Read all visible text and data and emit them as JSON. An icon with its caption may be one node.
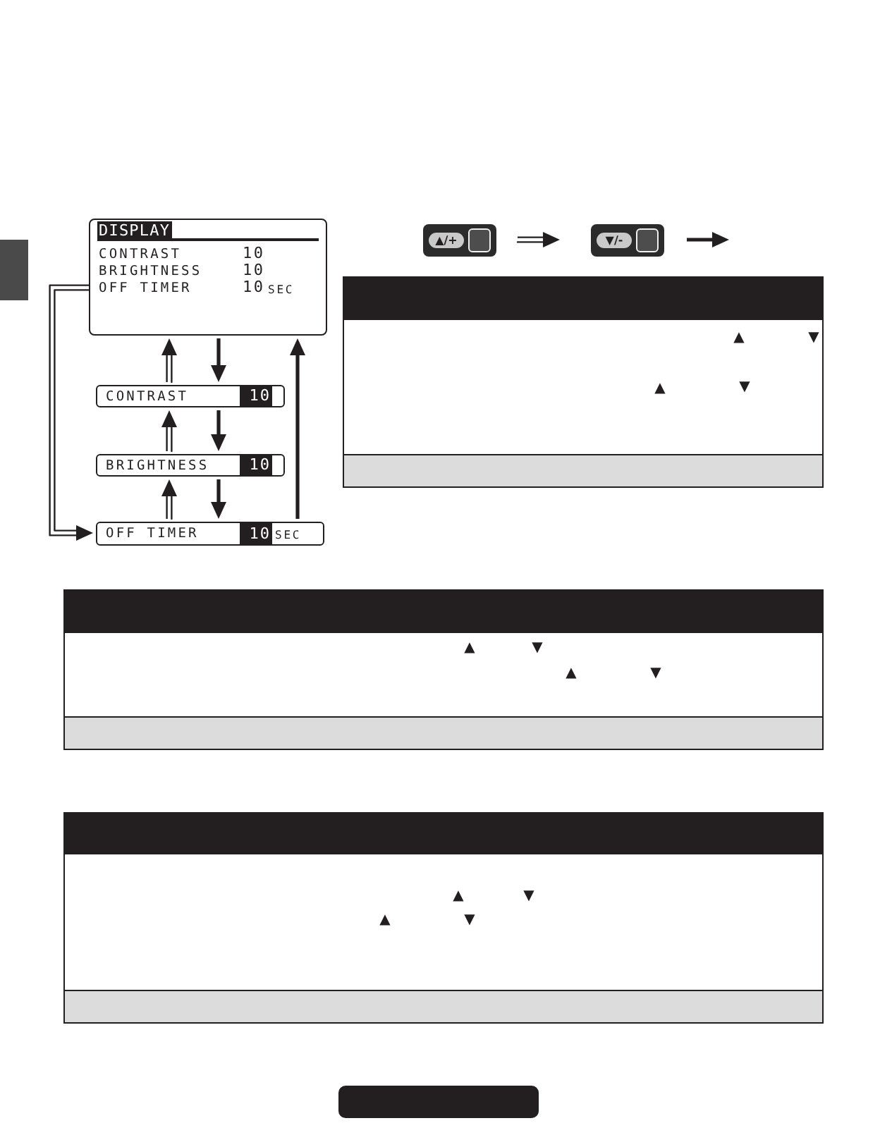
{
  "diagram": {
    "nodes": [
      {
        "text": [
          "DISPLAY",
          "CONTRAST",
          "10",
          "BRIGHTNESS",
          "10",
          "OFF TIMER",
          "10",
          "SEC"
        ]
      },
      {
        "text": [
          "CONTRAST",
          "10"
        ]
      },
      {
        "text": [
          "BRIGHTNESS",
          "10"
        ]
      },
      {
        "text": [
          "OFF TIMER",
          "10",
          "SEC"
        ]
      },
      {
        "text": [
          "▲",
          "▼",
          "▲",
          "▼"
        ]
      },
      {
        "text": [
          "▲",
          "▼",
          "▲",
          "▼"
        ]
      },
      {
        "text": [
          "▲",
          "▼",
          "▲",
          "▼"
        ]
      }
    ],
    "edges": [
      {
        "from": 0,
        "to": 1,
        "arrow": "to"
      },
      {
        "from": 1,
        "to": 0,
        "arrow": "to"
      },
      {
        "from": 1,
        "to": 2,
        "arrow": "to"
      },
      {
        "from": 2,
        "to": 1,
        "arrow": "to"
      },
      {
        "from": 2,
        "to": 3,
        "arrow": "to"
      },
      {
        "from": 3,
        "to": 2,
        "arrow": "to"
      },
      {
        "from": 3,
        "to": 0,
        "arrow": "to"
      },
      {
        "from": 0,
        "to": 3,
        "arrow": "to"
      }
    ],
    "legend": [
      {
        "text": "▲/+"
      },
      {
        "text": "▼/-"
      }
    ]
  }
}
